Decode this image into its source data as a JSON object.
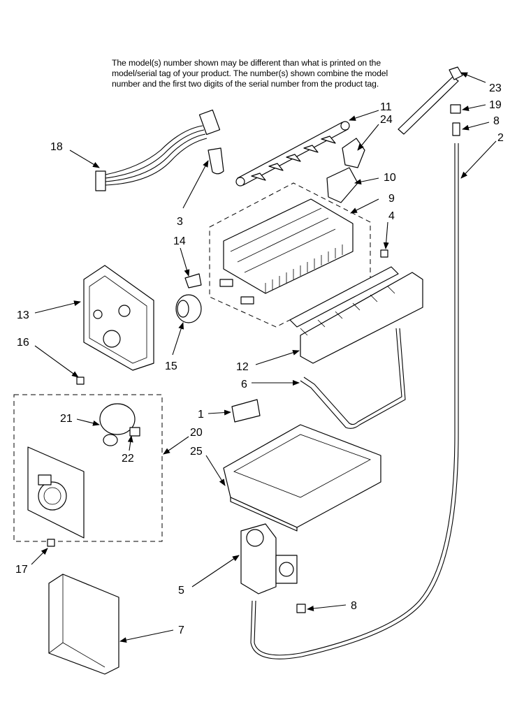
{
  "note_lines": [
    "The model(s) number shown may be different than what is printed on the",
    "model/serial tag of your product. The number(s) shown combine the model",
    "number and the first two digits of the serial number from the product tag."
  ],
  "callouts": [
    "23",
    "11",
    "24",
    "19",
    "8",
    "2",
    "18",
    "10",
    "9",
    "4",
    "3",
    "14",
    "13",
    "16",
    "15",
    "12",
    "6",
    "1",
    "21",
    "20",
    "22",
    "25",
    "17",
    "5",
    "8",
    "7"
  ]
}
